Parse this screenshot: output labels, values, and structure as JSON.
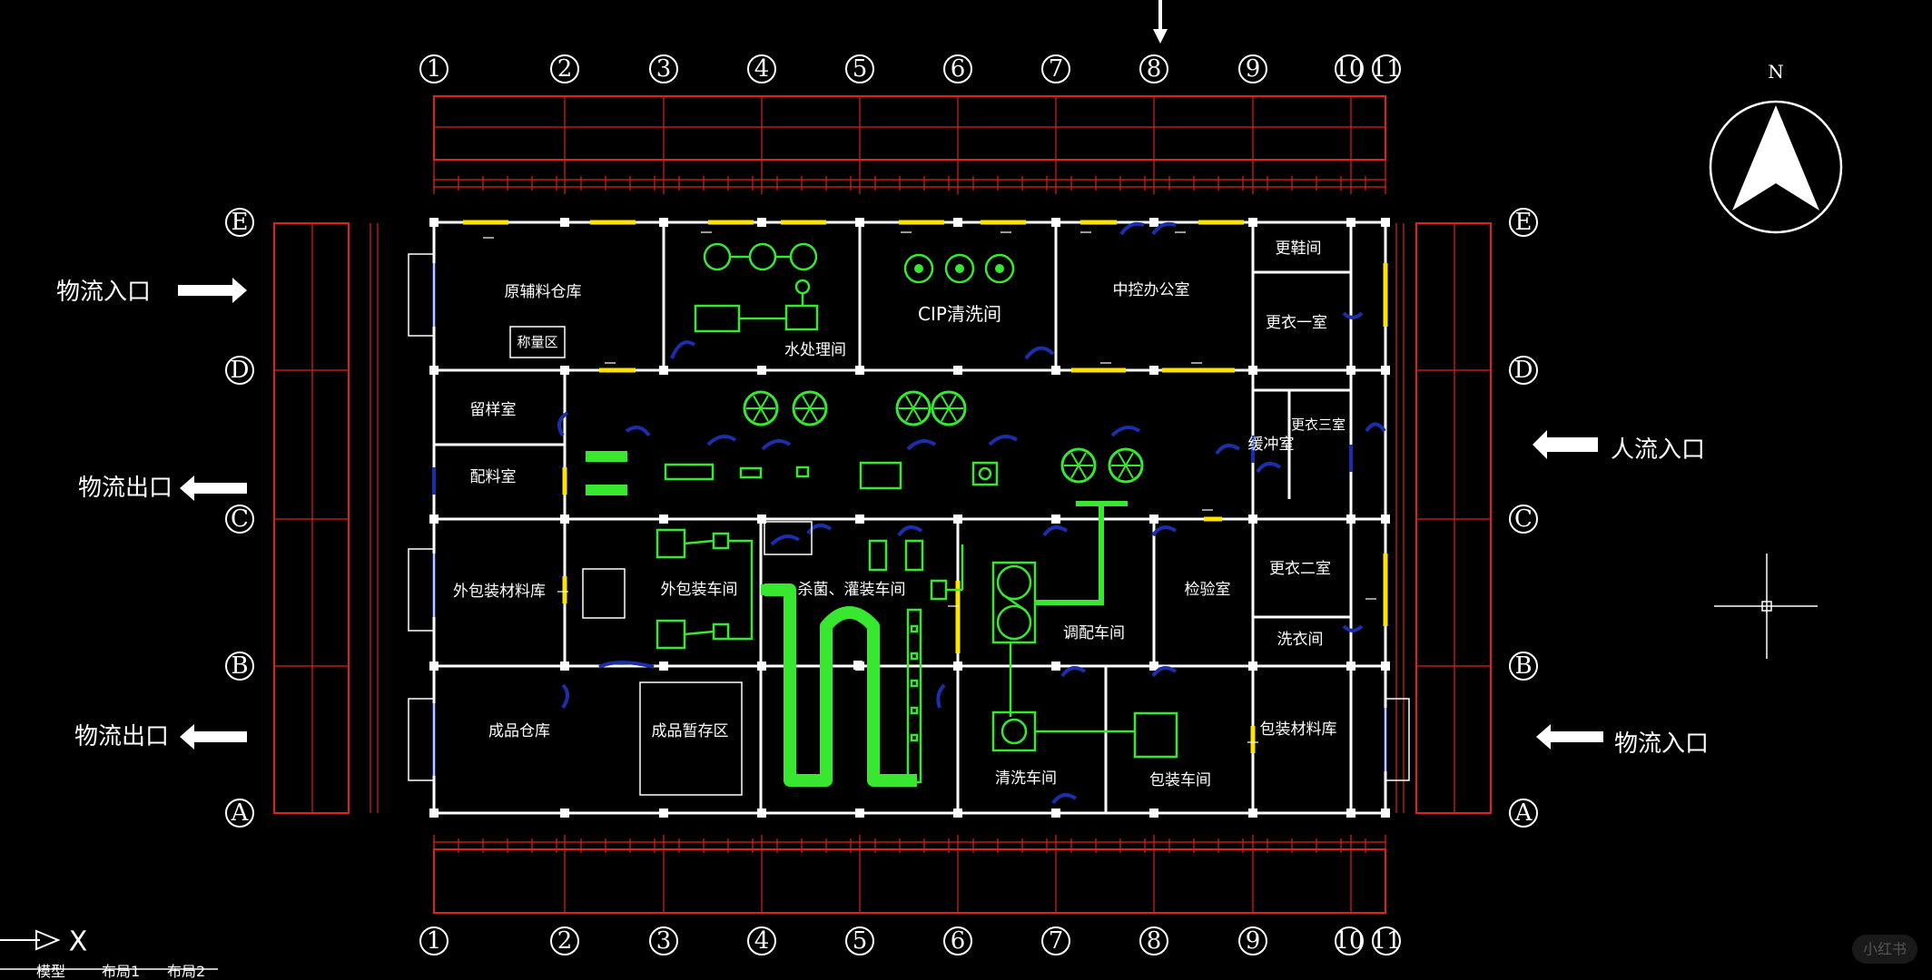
{
  "colors": {
    "background": "#000000",
    "wall": "#ffffff",
    "dimension": "#e0201e",
    "window": "#ffe400",
    "equipment": "#38e830",
    "door": "#1a2fa8"
  },
  "grid": {
    "columns": [
      "1",
      "2",
      "3",
      "4",
      "5",
      "6",
      "7",
      "8",
      "9",
      "10",
      "11"
    ],
    "rows": [
      "E",
      "D",
      "C",
      "B",
      "A"
    ]
  },
  "compass": {
    "north_label": "N"
  },
  "flows": {
    "material_in_left": "物流入口",
    "material_out_left_c": "物流出口",
    "material_out_left_a": "物流出口",
    "people_in_right": "人流入口",
    "material_in_right": "物流入口"
  },
  "rooms": {
    "r1": "原辅料仓库",
    "r1_sub": "称量区",
    "r2": "水处理间",
    "r3": "CIP清洗间",
    "r4": "中控办公室",
    "r5": "更鞋间",
    "r6": "更衣一室",
    "r7": "留样室",
    "r8": "配料室",
    "r9": "缓冲室",
    "r10": "更衣二室",
    "r11": "外包装材料库",
    "r12": "外包装车间",
    "r13": "杀菌、灌装车间",
    "r14": "调配车间",
    "r15": "检验室",
    "r16": "更衣三室",
    "r17": "洗衣间",
    "r18": "成品仓库",
    "r19": "成品暂存区",
    "r20": "清洗车间",
    "r21": "包装车间",
    "r22": "包装材料库"
  },
  "ucs": {
    "x_label": "X"
  },
  "tabs": [
    "模型",
    "布局1",
    "布局2"
  ],
  "watermark": "小红书"
}
